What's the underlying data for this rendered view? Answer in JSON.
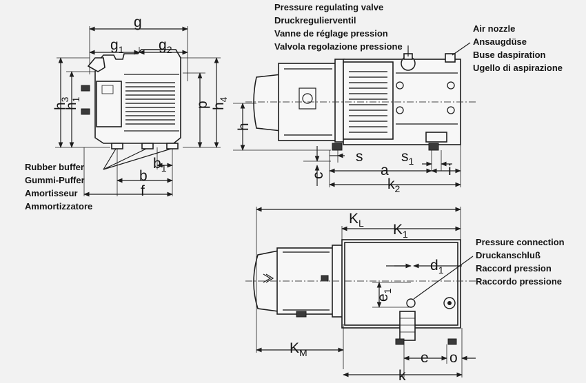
{
  "callouts": {
    "pressure_valve": [
      "Pressure regulating valve",
      "Druckregulierventil",
      "Vanne de réglage pression",
      "Valvola regolazione pressione"
    ],
    "air_nozzle": [
      "Air nozzle",
      "Ansaugdüse",
      "Buse daspiration",
      "Ugello di aspirazione"
    ],
    "rubber_buffer": [
      "Rubber buffer",
      "Gummi-Puffer",
      "Amortisseur",
      "Ammortizzatore"
    ],
    "pressure_connection": [
      "Pressure connection",
      "Druckanschluß",
      "Raccord pression",
      "Raccordo pressione"
    ]
  },
  "dimensions": {
    "g": {
      "base": "g",
      "sub": ""
    },
    "g1": {
      "base": "g",
      "sub": "1"
    },
    "g2": {
      "base": "g",
      "sub": "2"
    },
    "h3": {
      "base": "h",
      "sub": "3"
    },
    "h1": {
      "base": "h",
      "sub": "1"
    },
    "p": {
      "base": "p",
      "sub": ""
    },
    "h4": {
      "base": "h",
      "sub": "4"
    },
    "b1": {
      "base": "b",
      "sub": "1"
    },
    "b": {
      "base": "b",
      "sub": ""
    },
    "f": {
      "base": "f",
      "sub": ""
    },
    "h": {
      "base": "h",
      "sub": ""
    },
    "c": {
      "base": "c",
      "sub": ""
    },
    "s": {
      "base": "s",
      "sub": ""
    },
    "s1": {
      "base": "s",
      "sub": "1"
    },
    "a": {
      "base": "a",
      "sub": ""
    },
    "i": {
      "base": "i",
      "sub": ""
    },
    "k2": {
      "base": "k",
      "sub": "2"
    },
    "KL": {
      "base": "K",
      "sub": "L"
    },
    "K1": {
      "base": "K",
      "sub": "1"
    },
    "d1": {
      "base": "d",
      "sub": "1"
    },
    "e1": {
      "base": "e",
      "sub": "1"
    },
    "KM": {
      "base": "K",
      "sub": "M"
    },
    "e": {
      "base": "e",
      "sub": ""
    },
    "o": {
      "base": "o",
      "sub": ""
    },
    "k": {
      "base": "k",
      "sub": ""
    }
  }
}
